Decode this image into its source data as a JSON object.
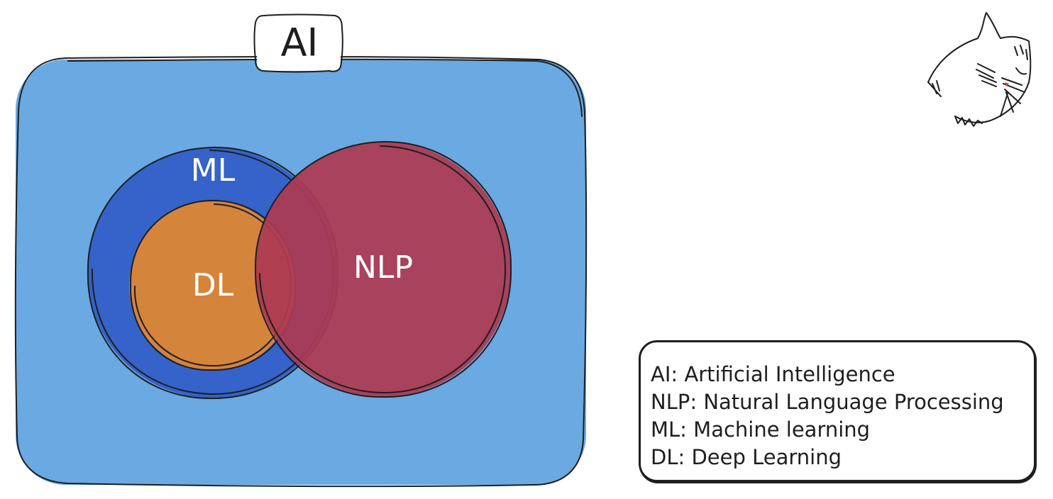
{
  "diagram": {
    "ai_label": "AI",
    "ml_label": "ML",
    "dl_label": "DL",
    "nlp_label": "NLP"
  },
  "legend": {
    "items": [
      "AI: Artificial Intelligence",
      "NLP: Natural Language Processing",
      "ML: Machine learning",
      "DL: Deep Learning"
    ]
  },
  "colors": {
    "ai_fill": "#6aa9e1",
    "ml_fill": "#3563c9",
    "dl_fill": "#d5843c",
    "nlp_fill": "#ad3a53",
    "stroke": "#1e1e1e"
  },
  "icons": {
    "mascot": "cat-sketch-icon"
  }
}
